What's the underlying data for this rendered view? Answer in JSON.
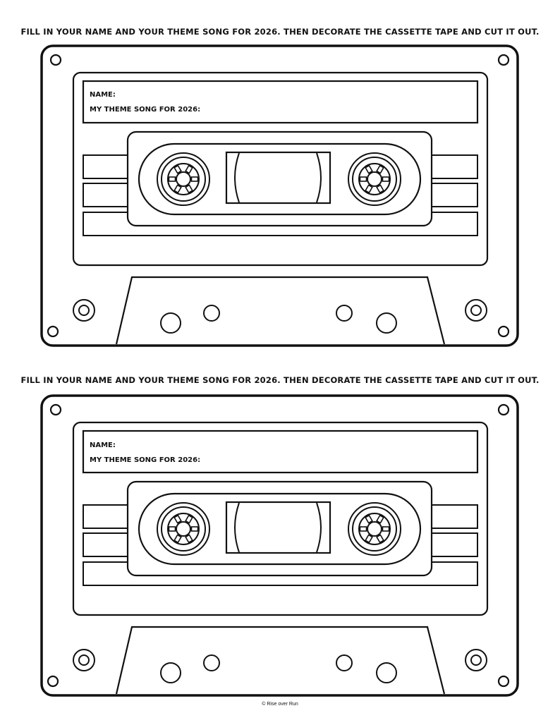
{
  "cassettes": [
    {
      "instruction": "Fill in your name and your theme song for 2026. Then decorate the cassette tape and cut it out.",
      "name_label": "NAME:",
      "song_label": "MY THEME SONG FOR 2026:"
    },
    {
      "instruction": "Fill in your name and your theme song for 2026. Then decorate the cassette tape and cut it out.",
      "name_label": "NAME:",
      "song_label": "MY THEME SONG FOR 2026:"
    }
  ],
  "footer": "© Rise over Run",
  "stroke_color": "#111111"
}
